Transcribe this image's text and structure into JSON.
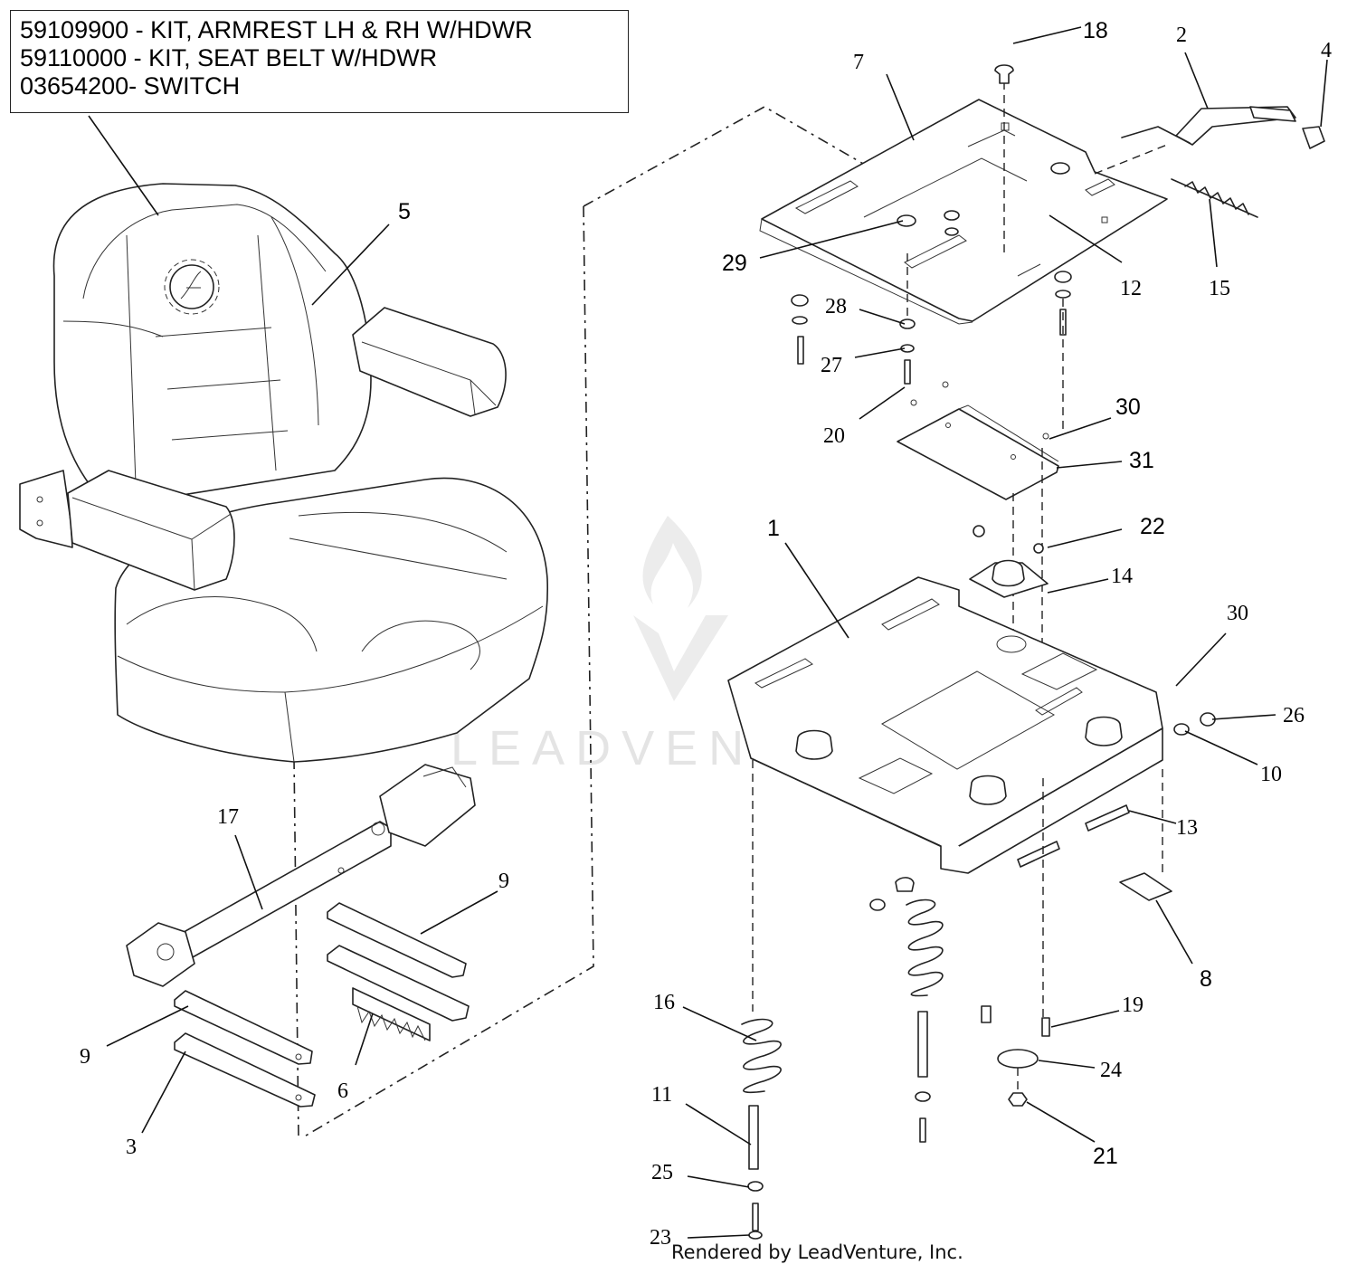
{
  "kit_notes": [
    "59109900 - KIT, ARMREST LH & RH W/HDWR",
    "59110000 - KIT, SEAT BELT W/HDWR",
    "03654200- SWITCH"
  ],
  "footer": "Rendered by LeadVenture, Inc.",
  "watermark": "LEADVENTURE",
  "callouts": [
    {
      "id": "1",
      "text": "1",
      "font": "sans"
    },
    {
      "id": "2",
      "text": "2",
      "font": "serif"
    },
    {
      "id": "3",
      "text": "3",
      "font": "serif"
    },
    {
      "id": "4",
      "text": "4",
      "font": "serif"
    },
    {
      "id": "5",
      "text": "5",
      "font": "sans"
    },
    {
      "id": "6",
      "text": "6",
      "font": "serif"
    },
    {
      "id": "7",
      "text": "7",
      "font": "serif"
    },
    {
      "id": "8",
      "text": "8",
      "font": "sans"
    },
    {
      "id": "9a",
      "text": "9",
      "font": "serif"
    },
    {
      "id": "9b",
      "text": "9",
      "font": "serif"
    },
    {
      "id": "10",
      "text": "10",
      "font": "serif"
    },
    {
      "id": "11",
      "text": "11",
      "font": "serif"
    },
    {
      "id": "12",
      "text": "12",
      "font": "serif"
    },
    {
      "id": "13",
      "text": "13",
      "font": "serif"
    },
    {
      "id": "14",
      "text": "14",
      "font": "serif"
    },
    {
      "id": "15",
      "text": "15",
      "font": "serif"
    },
    {
      "id": "16",
      "text": "16",
      "font": "serif"
    },
    {
      "id": "17",
      "text": "17",
      "font": "serif"
    },
    {
      "id": "18",
      "text": "18",
      "font": "sans"
    },
    {
      "id": "19",
      "text": "19",
      "font": "serif"
    },
    {
      "id": "20",
      "text": "20",
      "font": "serif"
    },
    {
      "id": "21",
      "text": "21",
      "font": "sans"
    },
    {
      "id": "22",
      "text": "22",
      "font": "sans"
    },
    {
      "id": "23",
      "text": "23",
      "font": "serif"
    },
    {
      "id": "24",
      "text": "24",
      "font": "serif"
    },
    {
      "id": "25",
      "text": "25",
      "font": "serif"
    },
    {
      "id": "26",
      "text": "26",
      "font": "serif"
    },
    {
      "id": "27",
      "text": "27",
      "font": "serif"
    },
    {
      "id": "28",
      "text": "28",
      "font": "serif"
    },
    {
      "id": "29",
      "text": "29",
      "font": "sans"
    },
    {
      "id": "30a",
      "text": "30",
      "font": "sans"
    },
    {
      "id": "30b",
      "text": "30",
      "font": "serif"
    },
    {
      "id": "31",
      "text": "31",
      "font": "sans"
    }
  ]
}
